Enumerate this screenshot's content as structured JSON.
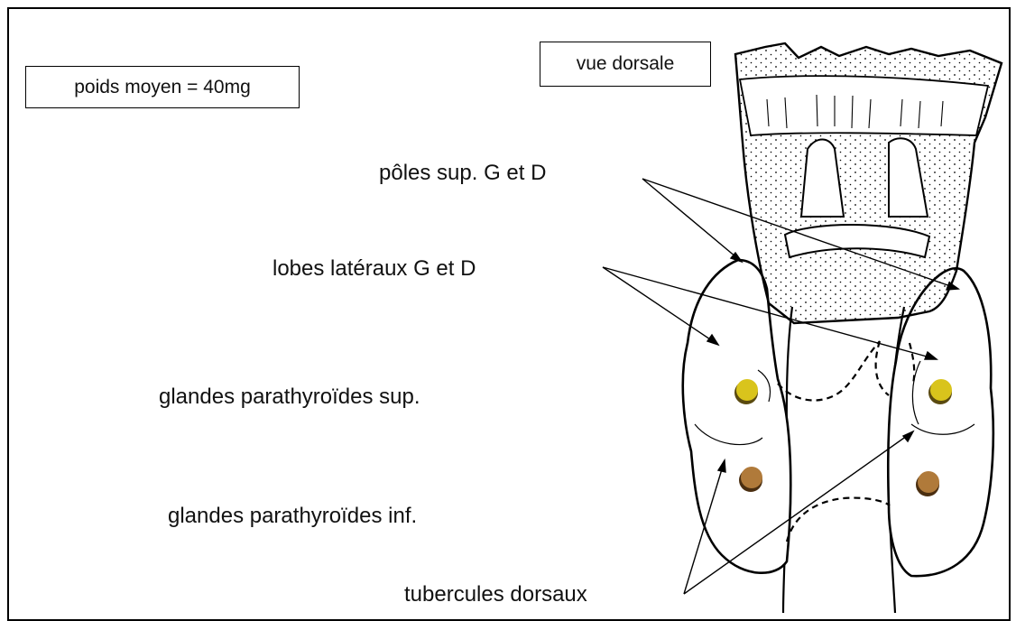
{
  "labels": {
    "poids": "poids moyen = 40mg",
    "vue": "vue dorsale",
    "poles": "pôles sup. G et D",
    "lobes": "lobes latéraux G et D",
    "para_sup": "glandes parathyroïdes sup.",
    "para_inf": "glandes parathyroïdes inf.",
    "tubercules": "tubercules dorsaux"
  },
  "colors": {
    "parathyroid_sup": "#d9c41c",
    "parathyroid_inf": "#b07a3a",
    "line": "#000000"
  }
}
